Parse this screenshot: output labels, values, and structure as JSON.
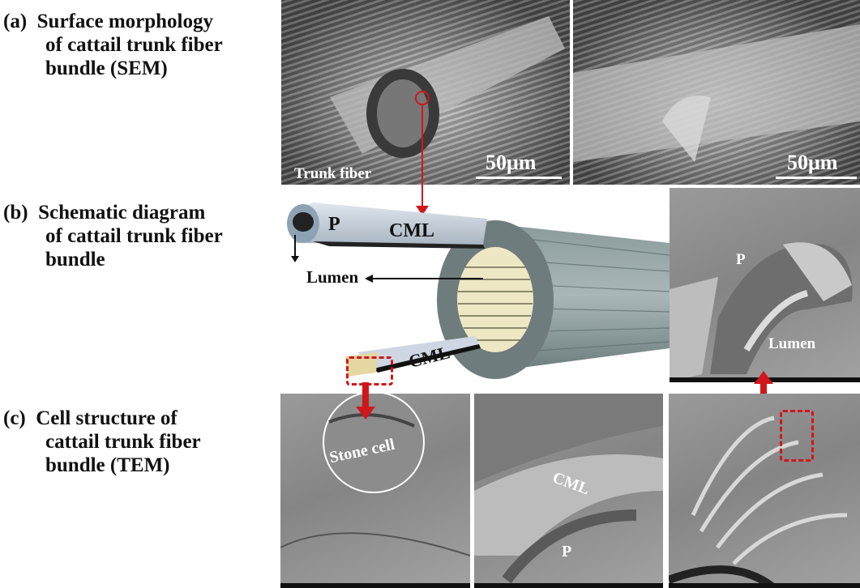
{
  "labels": {
    "a": {
      "tag": "(a)",
      "lines": [
        "Surface morphology",
        "of cattail trunk fiber",
        "bundle (SEM)"
      ]
    },
    "b": {
      "tag": "(b)",
      "lines": [
        "Schematic diagram",
        "of cattail trunk fiber",
        "bundle"
      ]
    },
    "c": {
      "tag": "(c)",
      "lines": [
        "Cell structure of",
        "cattail trunk fiber",
        "bundle (TEM)"
      ]
    }
  },
  "sem": {
    "left": {
      "caption": "Trunk fiber",
      "scale": "50μm"
    },
    "right": {
      "scale": "50μm"
    }
  },
  "schematic": {
    "p": "P",
    "cml_top": "CML",
    "cml_bottom": "CML",
    "lumen": "Lumen"
  },
  "tem_top_right": {
    "p": "P",
    "lumen": "Lumen"
  },
  "tem_row": {
    "left": {
      "stone_cell": "Stone cell"
    },
    "middle": {
      "cml": "CML",
      "p": "P"
    }
  },
  "colors": {
    "accent_red": "#d0171b"
  }
}
